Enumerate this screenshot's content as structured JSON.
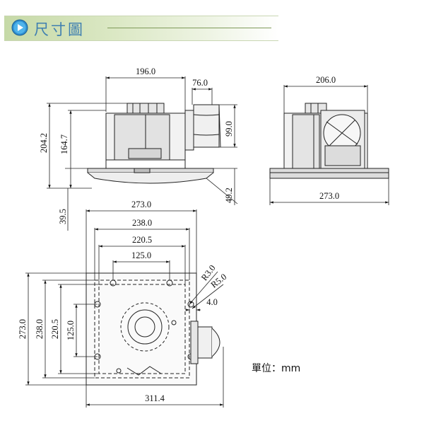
{
  "header": {
    "title": "尺寸圖",
    "icon": "play-icon",
    "accent": "#3f7fb0"
  },
  "dimensions": {
    "side_top_width": "196.0",
    "side_duct_length": "76.0",
    "side_total_height": "204.2",
    "side_body_height": "164.7",
    "side_duct_height": "99.0",
    "side_grille_offset": "49.2",
    "side_panel_depth": "39.5",
    "front_top_width": "206.0",
    "front_panel_width": "273.0",
    "plan_outer_width": "273.0",
    "plan_mid_width": "238.0",
    "plan_inner_width": "220.5",
    "plan_hole_width": "125.0",
    "plan_radius_small": "R3.0",
    "plan_radius_large": "R5.0",
    "plan_edge_offset": "4.0",
    "plan_outer_height": "273.0",
    "plan_mid_height": "238.0",
    "plan_inner_height": "220.5",
    "plan_hole_height": "125.0",
    "plan_total_width": "311.4"
  },
  "unit_label": "單位：mm"
}
